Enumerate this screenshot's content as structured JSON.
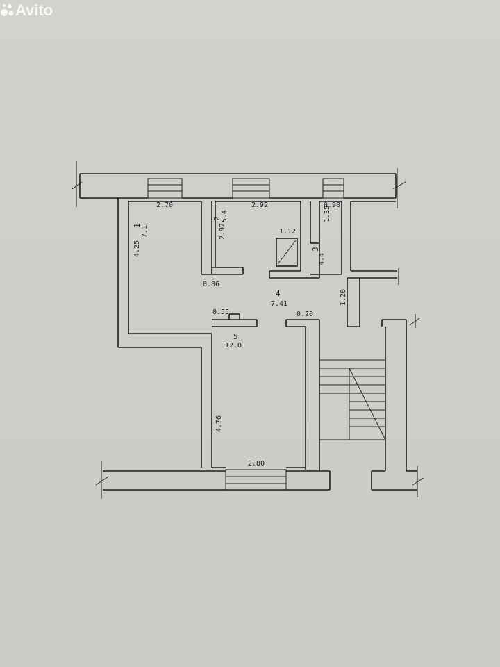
{
  "plan": {
    "rooms": [
      {
        "id": "1",
        "number": "1",
        "area": "7.1"
      },
      {
        "id": "2",
        "number": "2",
        "area": "5.4"
      },
      {
        "id": "3",
        "number": "3",
        "area": "4.4"
      },
      {
        "id": "4",
        "number": "4",
        "area": "7.41"
      },
      {
        "id": "5",
        "number": "5",
        "area": "12.0"
      }
    ],
    "dims": {
      "d_2_70": "2.70",
      "d_2_92": "2.92",
      "d_0_98": "0.98",
      "d_4_25": "4.25",
      "d_2_97": "2.97",
      "d_1_35": "1.35",
      "d_1_12": "1.12",
      "d_0_86": "0.86",
      "d_1_20": "1.20",
      "d_0_55": "0.55",
      "d_0_20": "0.20",
      "d_4_76": "4.76",
      "d_2_80": "2.80"
    }
  },
  "watermark": {
    "text": "Avito"
  },
  "colors": {
    "paper": "#cfd0cc",
    "ink": "#1e1e1e"
  }
}
